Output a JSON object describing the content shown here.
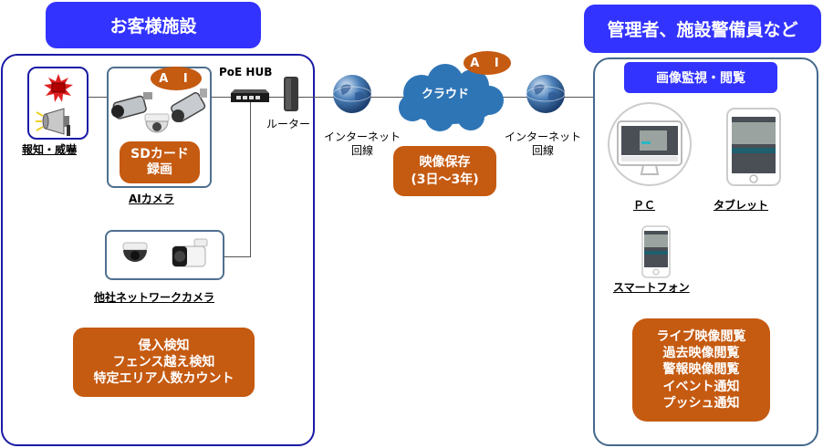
{
  "left_section": {
    "title": "お客様施設",
    "alarm_caption": "報知・威嚇",
    "ai_camera": {
      "badge": "A I",
      "sd_label_line1": "SDカード",
      "sd_label_line2": "録画",
      "caption": "AIカメラ"
    },
    "poe_hub_label": "PoE HUB",
    "router_label": "ルーター",
    "other_cameras_caption": "他社ネットワークカメラ",
    "features": [
      "侵入検知",
      "フェンス越え検知",
      "特定エリア人数カウント"
    ]
  },
  "middle_section": {
    "internet_left_line1": "インターネット",
    "internet_left_line2": "回線",
    "cloud_label": "クラウド",
    "cloud_ai_badge": "A I",
    "storage_line1": "映像保存",
    "storage_line2": "(3日～3年)",
    "internet_right_line1": "インターネット",
    "internet_right_line2": "回線"
  },
  "right_section": {
    "title": "管理者、施設警備員など",
    "subtitle": "画像監視・閲覧",
    "pc_caption": "ＰＣ",
    "tablet_caption": "タブレット",
    "smartphone_caption": "スマートフォン",
    "features": [
      "ライブ映像閲覧",
      "過去映像閲覧",
      "警報映像閲覧",
      "イベント通知",
      "プッシュ通知"
    ]
  },
  "colors": {
    "title_blue": "#3333ff",
    "accent_orange": "#c55a11",
    "cloud_blue": "#2e75b6",
    "panel_border_left": "#1a1aa6",
    "panel_border_right": "#44698c"
  }
}
